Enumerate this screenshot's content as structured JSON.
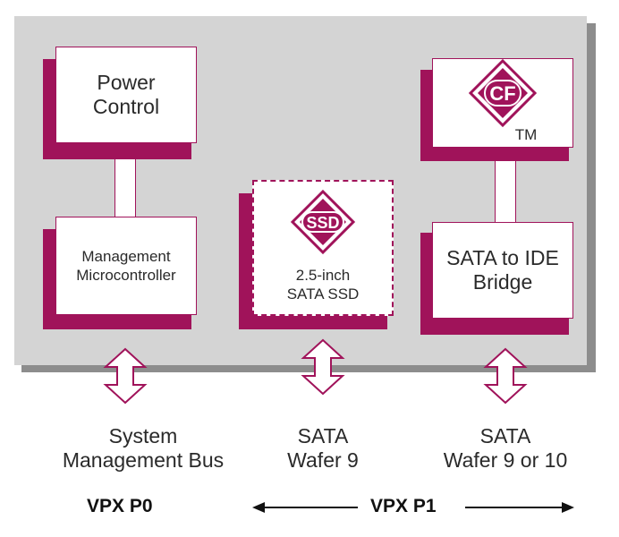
{
  "blocks": {
    "power": {
      "lines": [
        "Power",
        "Control"
      ]
    },
    "mgmt": {
      "lines": [
        "Management",
        "Microcontroller"
      ]
    },
    "ssd": {
      "badge": "SSD",
      "lines": [
        "2.5-inch",
        "SATA SSD"
      ]
    },
    "cf": {
      "badge": "CF",
      "tm": "TM"
    },
    "bridge": {
      "lines": [
        "SATA to IDE",
        "Bridge"
      ]
    }
  },
  "bottom_labels": {
    "sysbus": [
      "System",
      "Management Bus"
    ],
    "sata9": [
      "SATA",
      "Wafer 9"
    ],
    "sata910": [
      "SATA",
      "Wafer 9 or 10"
    ]
  },
  "connectors": {
    "p0": "VPX P0",
    "p1": "VPX P1"
  },
  "colors": {
    "accent": "#a0135a",
    "panel": "#d4d4d4",
    "panel_shadow": "#8d8d8d"
  }
}
